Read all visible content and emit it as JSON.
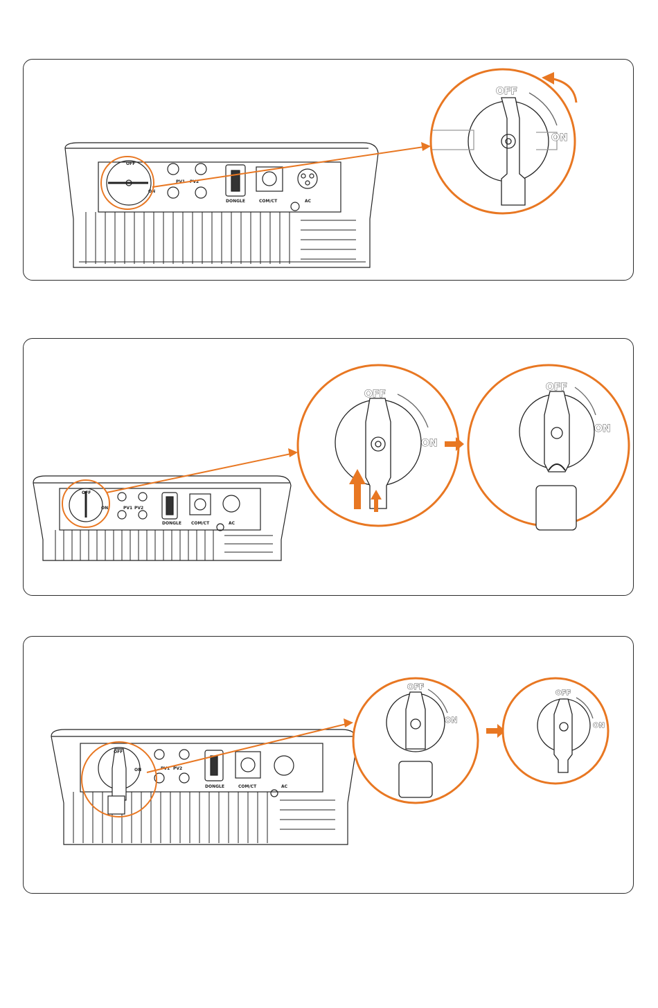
{
  "colors": {
    "accent": "#e87722",
    "line": "#222222"
  },
  "ports": {
    "off": "OFF",
    "on": "ON",
    "pv1": "PV1",
    "pv2": "PV2",
    "dongle": "DONGLE",
    "comm": "COM/CT",
    "ac": "AC"
  },
  "step1": {
    "zoom_off": "OFF",
    "zoom_on": "ON"
  },
  "step2": {
    "zoom1_off": "OFF",
    "zoom1_on": "ON",
    "zoom2_off": "OFF",
    "zoom2_on": "ON"
  },
  "step3": {
    "zoom1_off": "OFF",
    "zoom1_on": "ON",
    "zoom2_off": "OFF",
    "zoom2_on": "ON"
  }
}
